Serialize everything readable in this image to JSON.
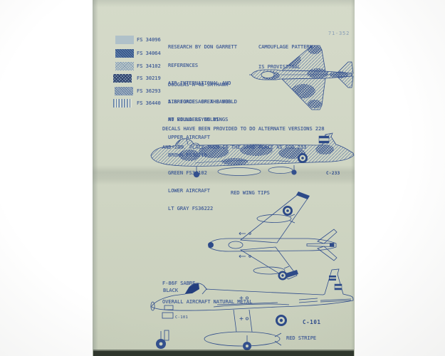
{
  "sheet": {
    "number": "71-352"
  },
  "colors": {
    "page_paper": "#cfd5c3",
    "ink_blue": "#3e5a96",
    "ink_dark": "#2e4b8c",
    "ink_faded": "#879cb5",
    "photo_margin": "#ffffff",
    "table_dark_band": "#2e362c",
    "swatch_fs34096": "#b7c5cb",
    "swatch_fs34064": "#5c7ba8",
    "swatch_fs34102": "#c5cfcc",
    "swatch_fs30219": "#52678f",
    "swatch_fs36293": "#93a9c0",
    "swatch_fs36440": "#9db1c6"
  },
  "legend": {
    "items": [
      {
        "code": "FS 34096",
        "swatch": "halftone-light-gray"
      },
      {
        "code": "FS 34064",
        "swatch": "solid-dark-blue"
      },
      {
        "code": "FS 34102",
        "swatch": "fine-crosshatch-light"
      },
      {
        "code": "FS 30219",
        "swatch": "dark-crosshatch"
      },
      {
        "code": "FS 36293",
        "swatch": "medium-crosshatch"
      },
      {
        "code": "FS 36440",
        "swatch": "vertical-lines"
      }
    ]
  },
  "notes": {
    "research": [
      "RESEARCH BY DON GARRETT",
      "REFERENCES",
      "AIR INTERNATIONAL AND",
      "AIR FORCES OF THE WORLD",
      "NO ROUNDELS ON WINGS"
    ],
    "subject": [
      "DOUGLAS A-4B SKYHAWK",
      "5 BRIGADE AEREA BASED",
      "AT VILLA REYNOLDS",
      "UPPER AIRCRAFT",
      "BROWN FS30219",
      "GREEN FS34102",
      "LOWER AIRCRAFT",
      "LT GRAY FS36222"
    ],
    "camouflage": [
      "CAMOUFLAGE PATTERN",
      "IS PROVISIONAL"
    ],
    "decals": [
      "DECALS HAVE BEEN PROVIDED TO DO ALTERNATE VERSIONS 228",
      "AND 235, PLACE THEM IN THE SAME PLACE AS FOR 233"
    ],
    "red_wing_tips": "RED WING TIPS",
    "sabre": [
      "F-86F SABRE",
      "OVERALL AIRCRAFT NATURAL METAL"
    ],
    "black_label": "BLACK",
    "red_stripe": "RED STRIPE"
  },
  "markings": {
    "skyhawk_code": "C-233",
    "sabre_code": "C-101"
  }
}
